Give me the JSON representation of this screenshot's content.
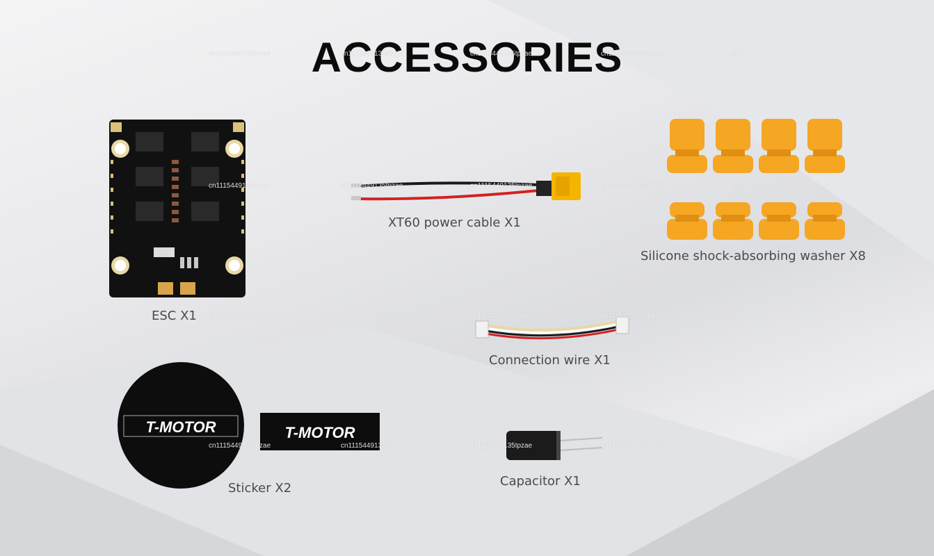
{
  "title": "ACCESSORIES",
  "items": {
    "esc": "ESC X1",
    "xt60": "XT60 power cable X1",
    "washer": "Silicone shock-absorbing washer X8",
    "connection": "Connection wire X1",
    "sticker": "Sticker X2",
    "capacitor": "Capacitor X1"
  },
  "brand": "T-MOTOR",
  "watermark": "cn1115449135tpzae",
  "watermark_short": "cn1",
  "colors": {
    "washer": "#f5a623",
    "board": "#111111",
    "cable_red": "#d32222",
    "cable_black": "#1a1a1a",
    "xt60": "#f4b400"
  }
}
